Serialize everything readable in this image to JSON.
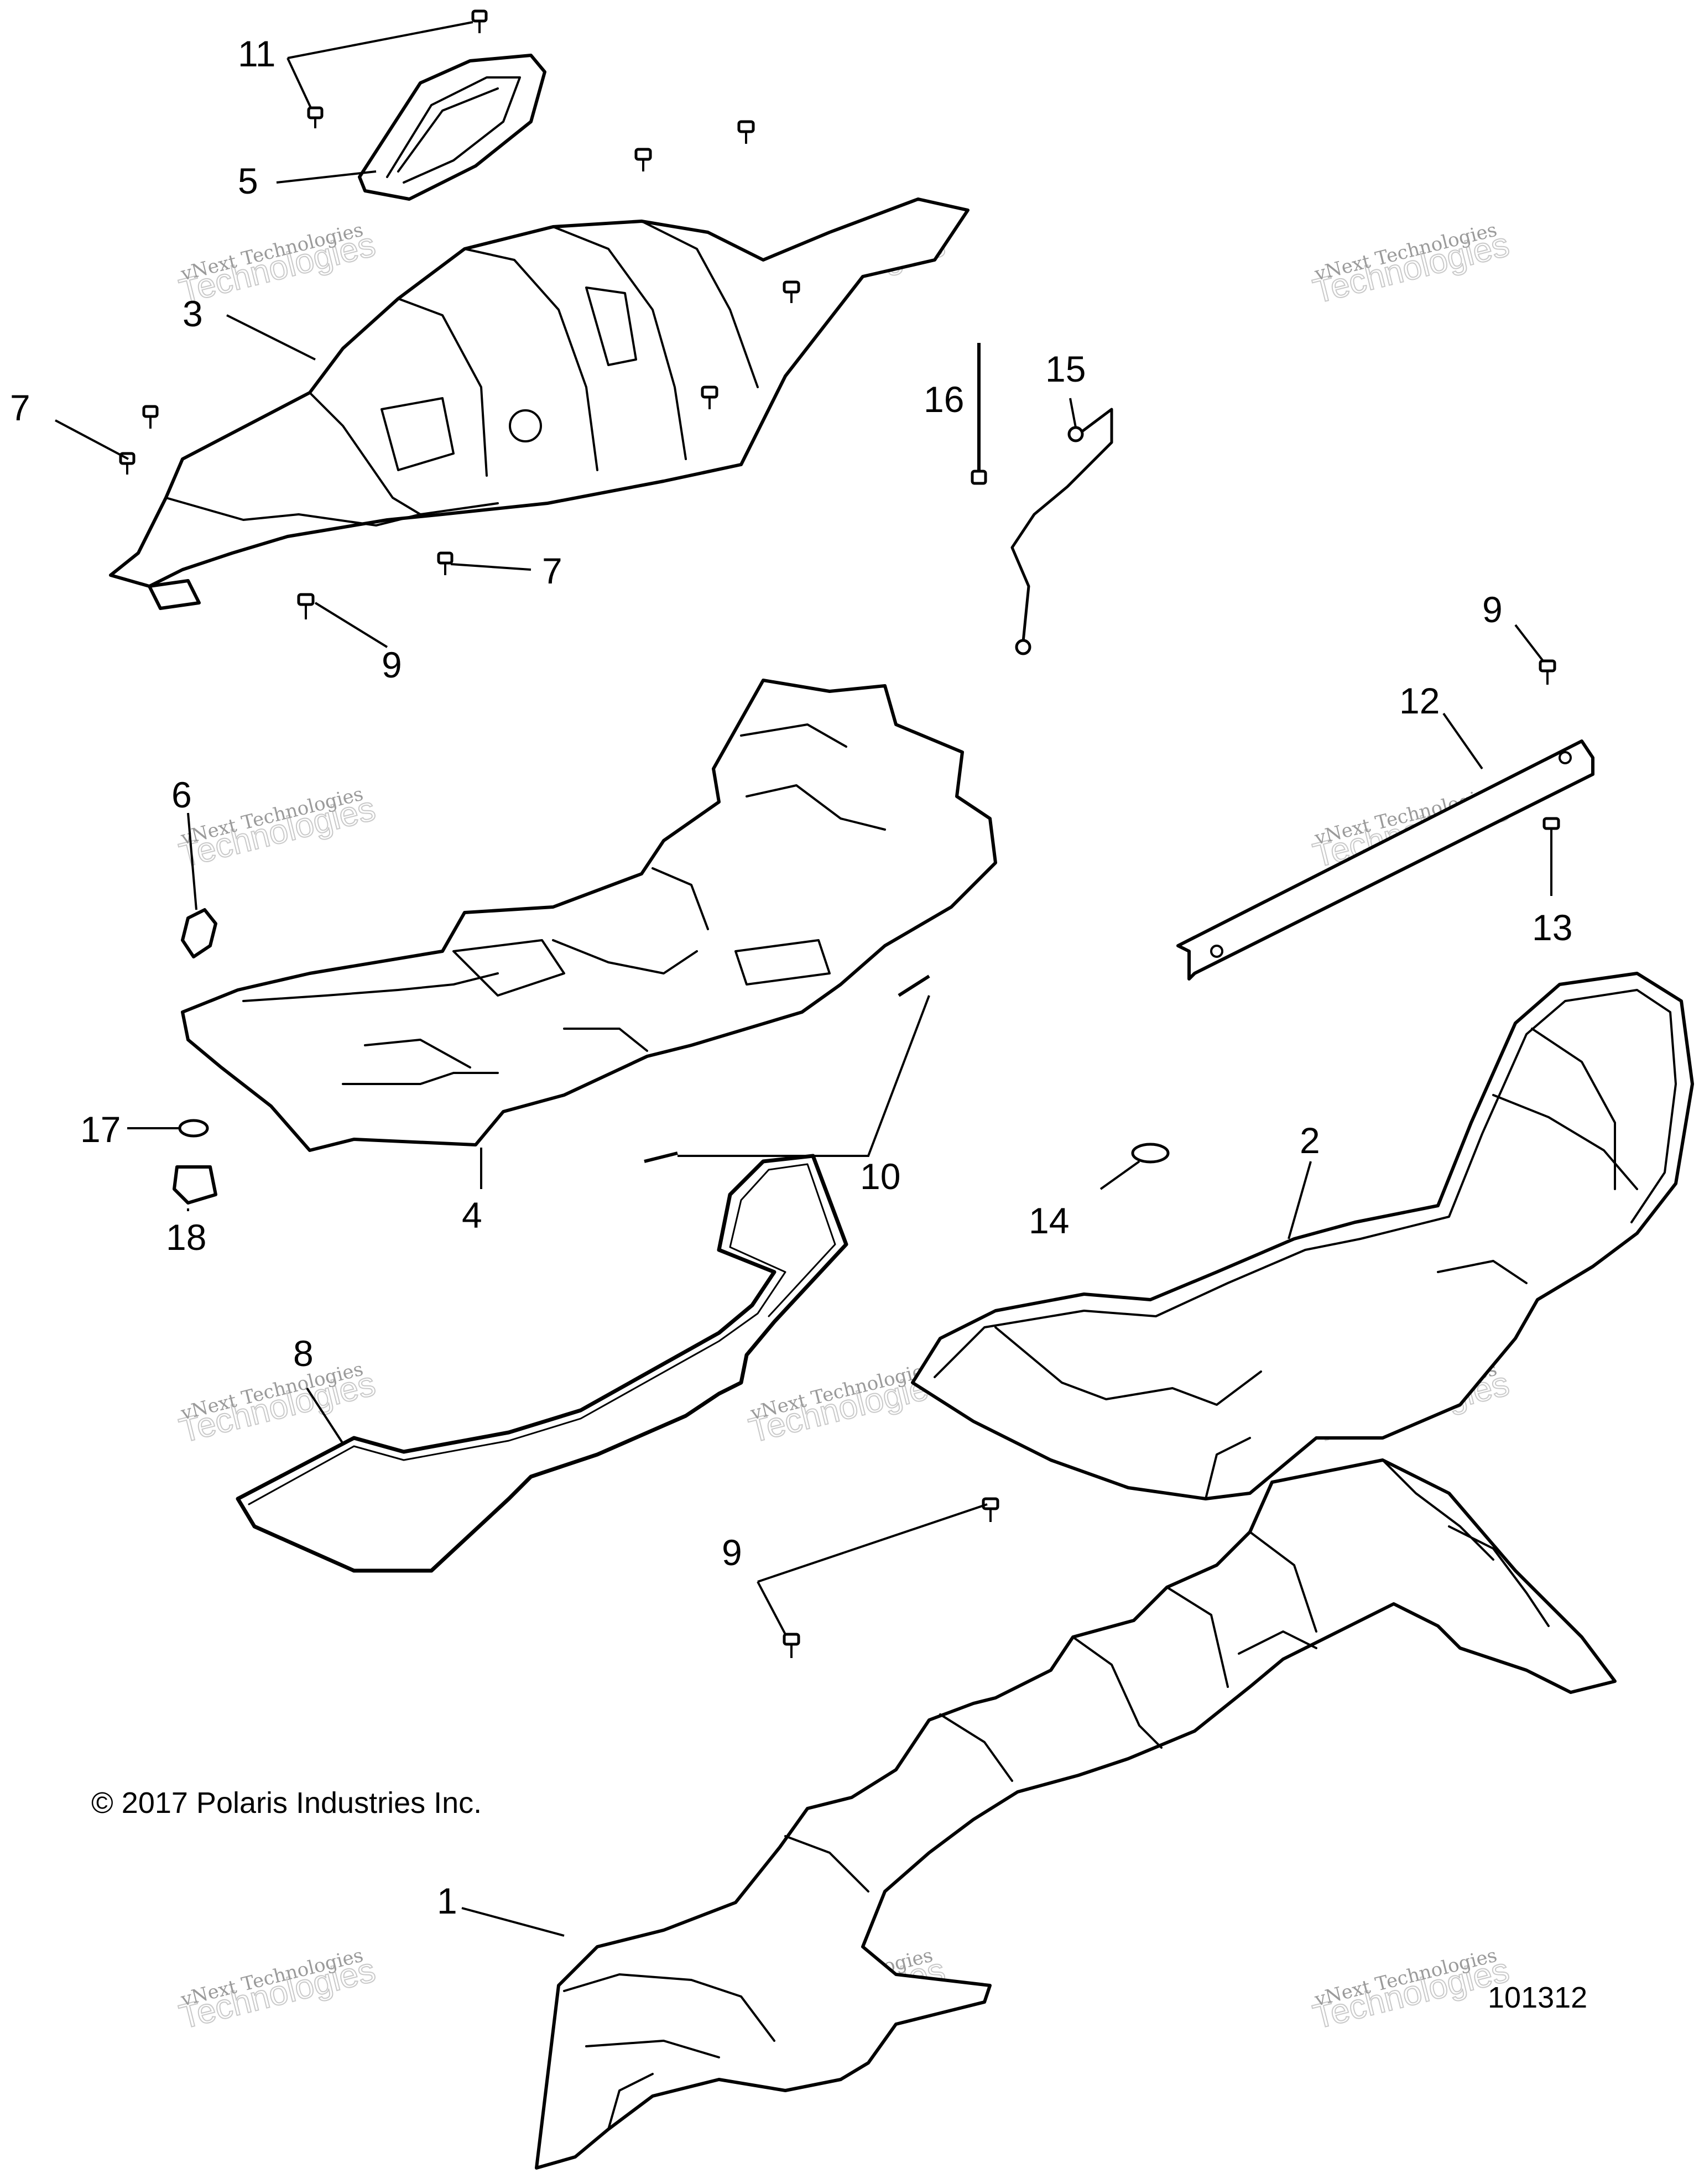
{
  "copyright": "© 2017 Polaris Industries Inc.",
  "diagram_number": "101312",
  "watermark": {
    "brand_line": "vNext Technologies",
    "big_line": "Technologies"
  },
  "callouts": {
    "c1": "1",
    "c2": "2",
    "c3": "3",
    "c4": "4",
    "c5": "5",
    "c6": "6",
    "c7a": "7",
    "c7b": "7",
    "c8": "8",
    "c9a": "9",
    "c9b": "9",
    "c9c": "9",
    "c10": "10",
    "c11": "11",
    "c12": "12",
    "c13": "13",
    "c14": "14",
    "c15": "15",
    "c16": "16",
    "c17": "17",
    "c18": "18"
  }
}
